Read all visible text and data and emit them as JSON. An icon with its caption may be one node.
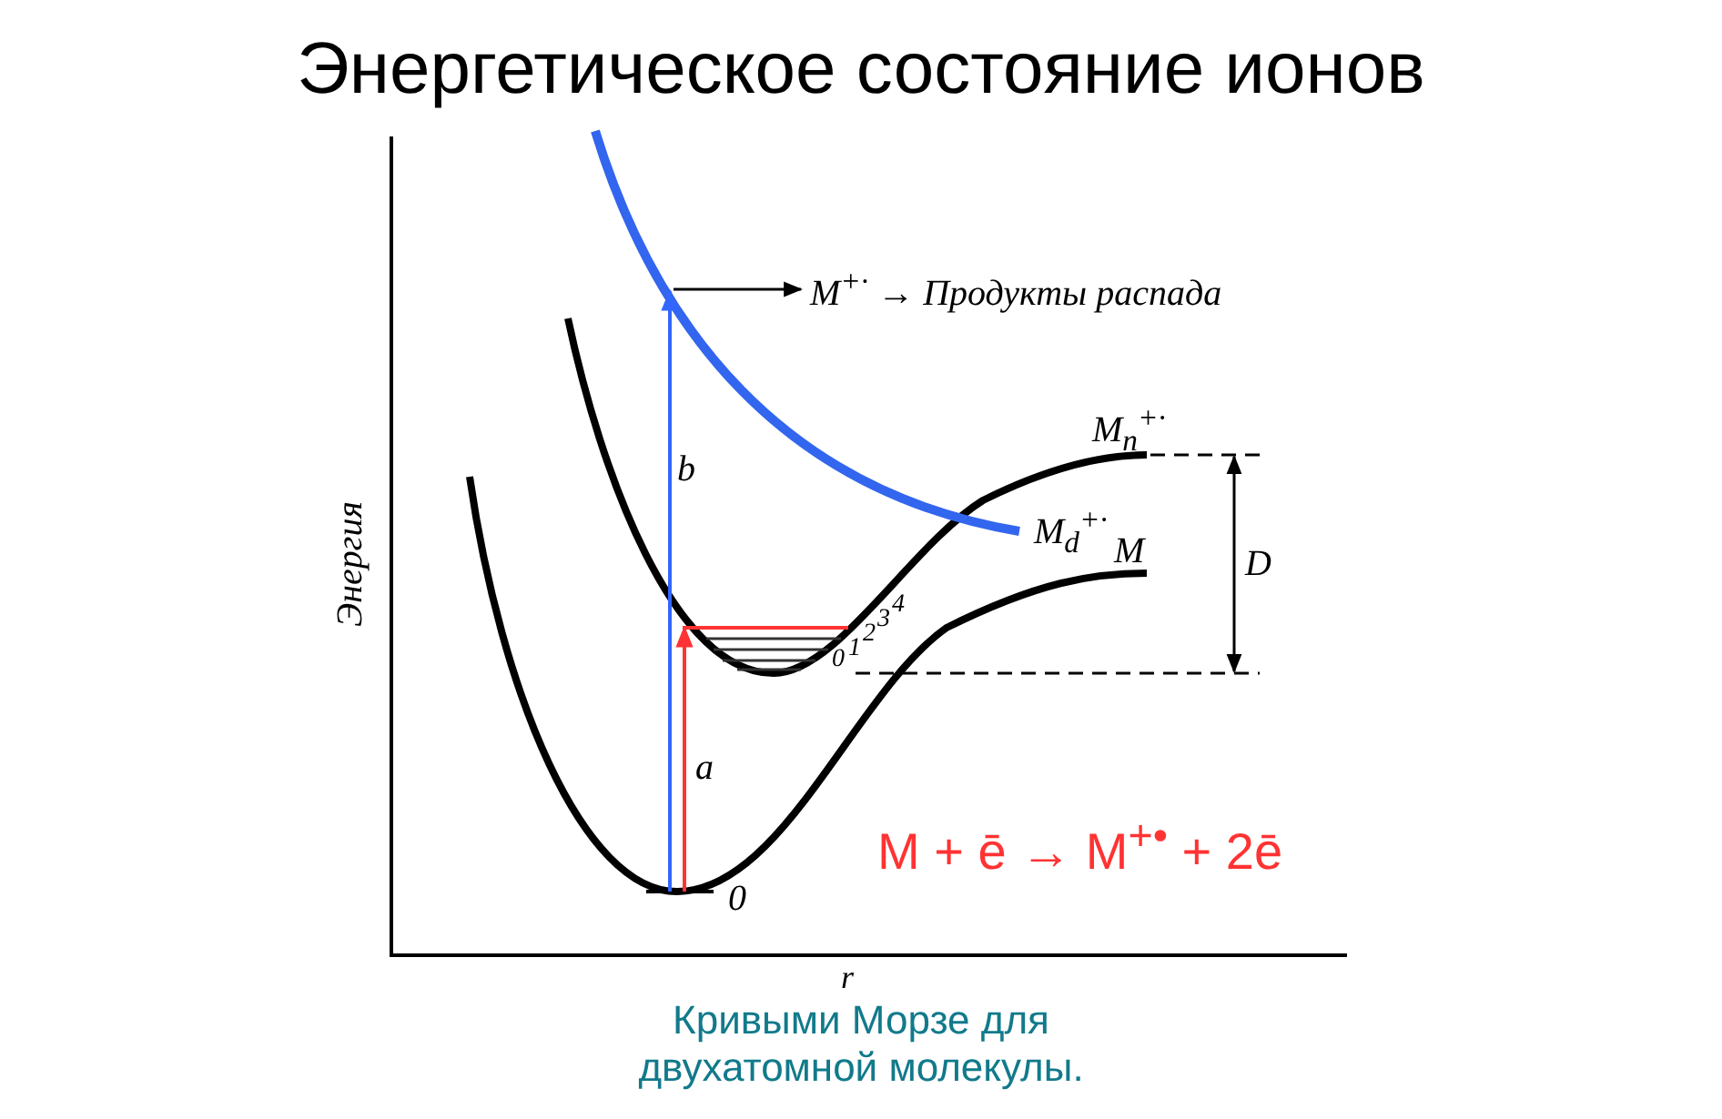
{
  "diagram": {
    "title": "Энергетическое состояние ионов",
    "caption": "Кривыми Морзе для двухатомной молекулы.",
    "labels": [
      "M$^{+·}$ → Продукты распада",
      "b",
      "M$_{n}$$^{+·}$",
      "M$_{d}$$^{+·}$",
      "M",
      "D",
      "Энергия",
      "4",
      "3",
      "2",
      "1",
      "0",
      "a",
      "M + ē → M$^{+•}$ + 2ē",
      "0",
      "r"
    ]
  }
}
